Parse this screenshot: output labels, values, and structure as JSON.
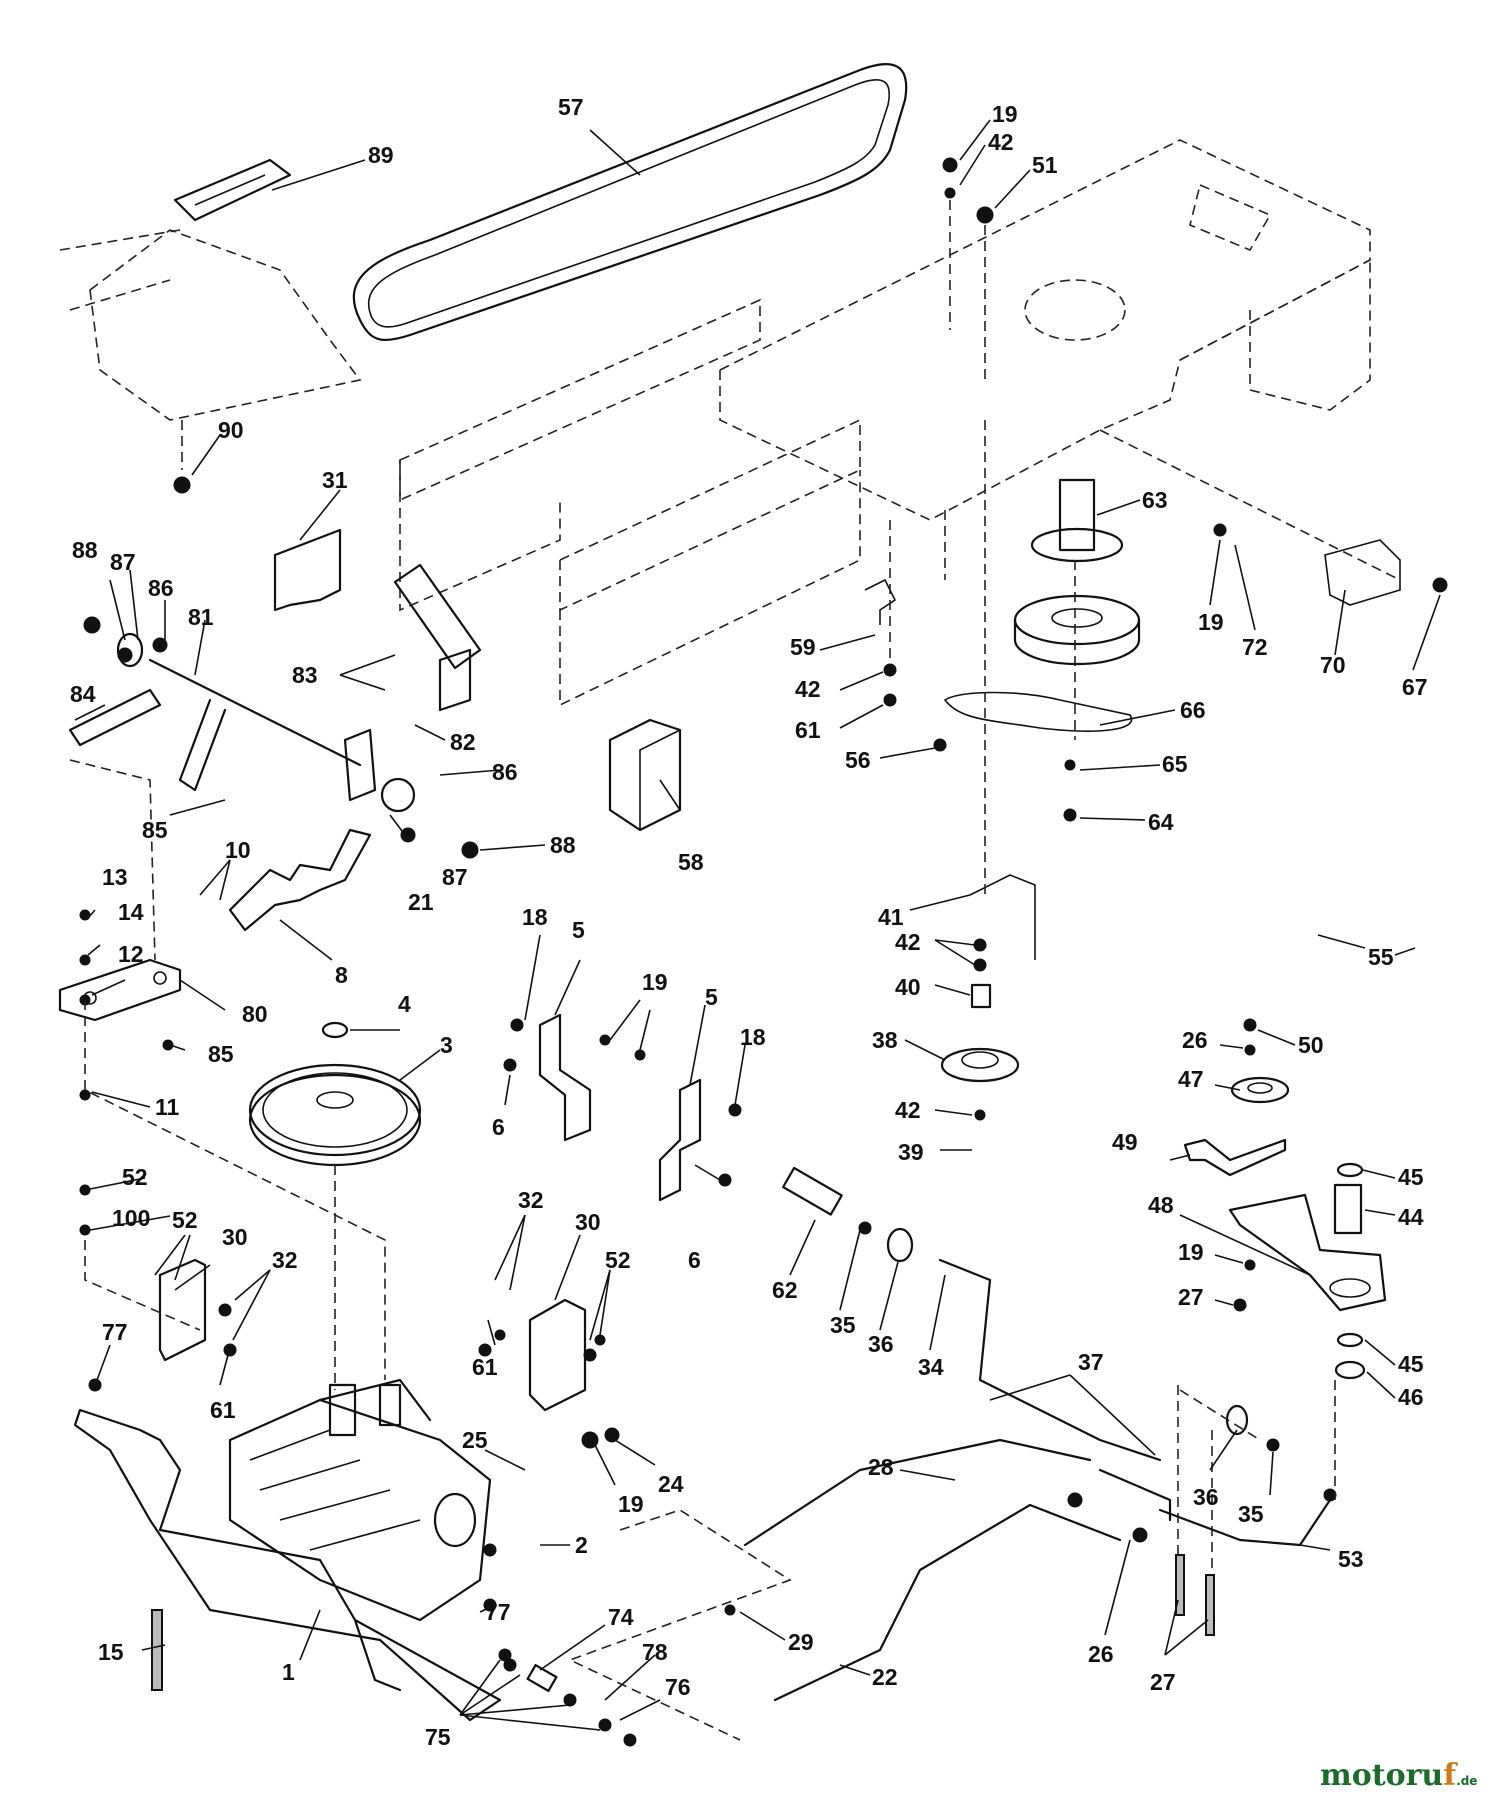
{
  "watermark": {
    "text_a": "motoru",
    "text_b": "f",
    "suffix": ".de"
  },
  "callouts": [
    {
      "id": "c89",
      "text": "89"
    },
    {
      "id": "c57",
      "text": "57"
    },
    {
      "id": "c19a",
      "text": "19"
    },
    {
      "id": "c42a",
      "text": "42"
    },
    {
      "id": "c51",
      "text": "51"
    },
    {
      "id": "c90",
      "text": "90"
    },
    {
      "id": "c31",
      "text": "31"
    },
    {
      "id": "c63",
      "text": "63"
    },
    {
      "id": "c88a",
      "text": "88"
    },
    {
      "id": "c87a",
      "text": "87"
    },
    {
      "id": "c86a",
      "text": "86"
    },
    {
      "id": "c81",
      "text": "81"
    },
    {
      "id": "c83",
      "text": "83"
    },
    {
      "id": "c82",
      "text": "82"
    },
    {
      "id": "c84",
      "text": "84"
    },
    {
      "id": "c85a",
      "text": "85"
    },
    {
      "id": "c86b",
      "text": "86"
    },
    {
      "id": "c88b",
      "text": "88"
    },
    {
      "id": "c87b",
      "text": "87"
    },
    {
      "id": "c10",
      "text": "10"
    },
    {
      "id": "c21",
      "text": "21"
    },
    {
      "id": "c8",
      "text": "8"
    },
    {
      "id": "c13",
      "text": "13"
    },
    {
      "id": "c14",
      "text": "14"
    },
    {
      "id": "c12",
      "text": "12"
    },
    {
      "id": "c80",
      "text": "80"
    },
    {
      "id": "c85b",
      "text": "85"
    },
    {
      "id": "c11",
      "text": "11"
    },
    {
      "id": "c4",
      "text": "4"
    },
    {
      "id": "c3",
      "text": "3"
    },
    {
      "id": "c58",
      "text": "58"
    },
    {
      "id": "c59",
      "text": "59"
    },
    {
      "id": "c42b",
      "text": "42"
    },
    {
      "id": "c61a",
      "text": "61"
    },
    {
      "id": "c56",
      "text": "56"
    },
    {
      "id": "c19b",
      "text": "19"
    },
    {
      "id": "c72",
      "text": "72"
    },
    {
      "id": "c70",
      "text": "70"
    },
    {
      "id": "c67",
      "text": "67"
    },
    {
      "id": "c66",
      "text": "66"
    },
    {
      "id": "c65",
      "text": "65"
    },
    {
      "id": "c64",
      "text": "64"
    },
    {
      "id": "c41",
      "text": "41"
    },
    {
      "id": "c42c",
      "text": "42"
    },
    {
      "id": "c40",
      "text": "40"
    },
    {
      "id": "c38",
      "text": "38"
    },
    {
      "id": "c42d",
      "text": "42"
    },
    {
      "id": "c39",
      "text": "39"
    },
    {
      "id": "c55",
      "text": "55"
    },
    {
      "id": "c18a",
      "text": "18"
    },
    {
      "id": "c5a",
      "text": "5"
    },
    {
      "id": "c19c",
      "text": "19"
    },
    {
      "id": "c5b",
      "text": "5"
    },
    {
      "id": "c18b",
      "text": "18"
    },
    {
      "id": "c6a",
      "text": "6"
    },
    {
      "id": "c6b",
      "text": "6"
    },
    {
      "id": "c26a",
      "text": "26"
    },
    {
      "id": "c50",
      "text": "50"
    },
    {
      "id": "c47",
      "text": "47"
    },
    {
      "id": "c49",
      "text": "49"
    },
    {
      "id": "c45a",
      "text": "45"
    },
    {
      "id": "c44",
      "text": "44"
    },
    {
      "id": "c48",
      "text": "48"
    },
    {
      "id": "c19d",
      "text": "19"
    },
    {
      "id": "c27a",
      "text": "27"
    },
    {
      "id": "c45b",
      "text": "45"
    },
    {
      "id": "c46",
      "text": "46"
    },
    {
      "id": "c52a",
      "text": "52"
    },
    {
      "id": "c100",
      "text": "100"
    },
    {
      "id": "c52b",
      "text": "52"
    },
    {
      "id": "c30a",
      "text": "30"
    },
    {
      "id": "c32a",
      "text": "32"
    },
    {
      "id": "c77a",
      "text": "77"
    },
    {
      "id": "c61b",
      "text": "61"
    },
    {
      "id": "c32b",
      "text": "32"
    },
    {
      "id": "c30b",
      "text": "30"
    },
    {
      "id": "c52c",
      "text": "52"
    },
    {
      "id": "c61c",
      "text": "61"
    },
    {
      "id": "c62",
      "text": "62"
    },
    {
      "id": "c35a",
      "text": "35"
    },
    {
      "id": "c36a",
      "text": "36"
    },
    {
      "id": "c34",
      "text": "34"
    },
    {
      "id": "c37",
      "text": "37"
    },
    {
      "id": "c25",
      "text": "25"
    },
    {
      "id": "c24",
      "text": "24"
    },
    {
      "id": "c19e",
      "text": "19"
    },
    {
      "id": "c2",
      "text": "2"
    },
    {
      "id": "c28",
      "text": "28"
    },
    {
      "id": "c36b",
      "text": "36"
    },
    {
      "id": "c35b",
      "text": "35"
    },
    {
      "id": "c53",
      "text": "53"
    },
    {
      "id": "c15",
      "text": "15"
    },
    {
      "id": "c1",
      "text": "1"
    },
    {
      "id": "c77b",
      "text": "77"
    },
    {
      "id": "c74",
      "text": "74"
    },
    {
      "id": "c78",
      "text": "78"
    },
    {
      "id": "c76",
      "text": "76"
    },
    {
      "id": "c75",
      "text": "75"
    },
    {
      "id": "c29",
      "text": "29"
    },
    {
      "id": "c22",
      "text": "22"
    },
    {
      "id": "c26b",
      "text": "26"
    },
    {
      "id": "c27b",
      "text": "27"
    }
  ]
}
